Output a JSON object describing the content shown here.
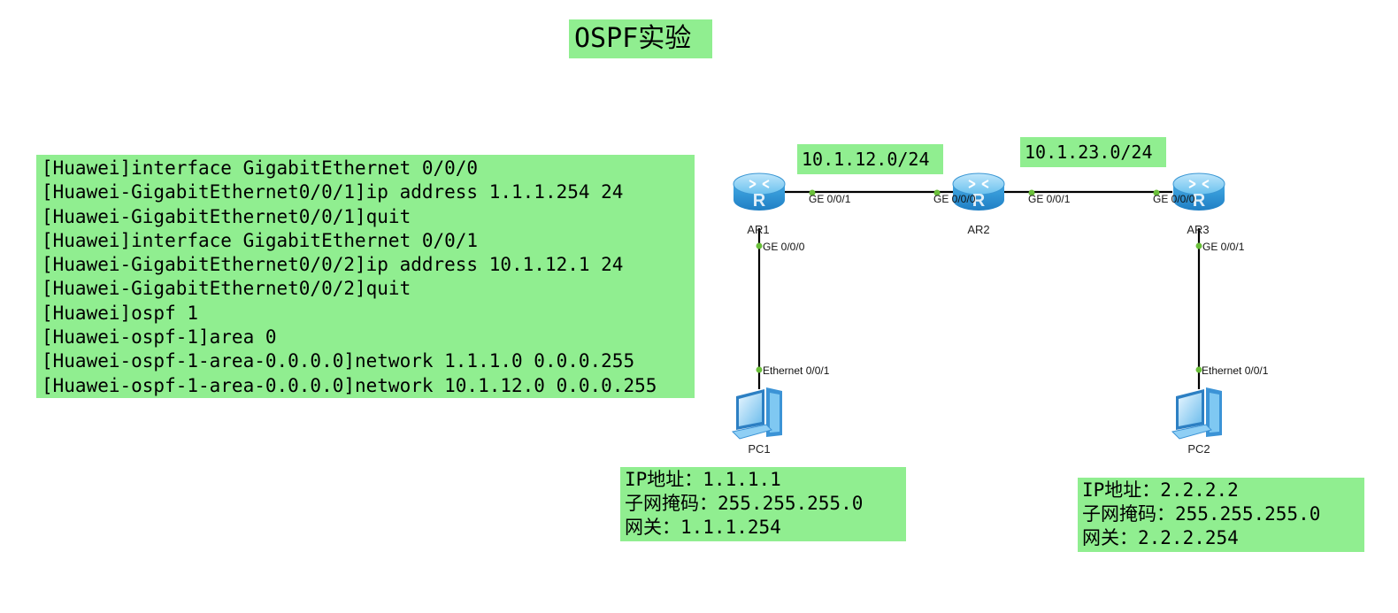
{
  "title": "OSPF实验",
  "config_lines": [
    "[Huawei]interface GigabitEthernet 0/0/0",
    "[Huawei-GigabitEthernet0/0/1]ip address 1.1.1.254 24",
    "[Huawei-GigabitEthernet0/0/1]quit",
    "[Huawei]interface GigabitEthernet 0/0/1",
    "[Huawei-GigabitEthernet0/0/2]ip address 10.1.12.1 24",
    "[Huawei-GigabitEthernet0/0/2]quit",
    "[Huawei]ospf 1",
    "[Huawei-ospf-1]area 0",
    "[Huawei-ospf-1-area-0.0.0.0]network 1.1.1.0 0.0.0.255",
    "[Huawei-ospf-1-area-0.0.0.0]network 10.1.12.0 0.0.0.255"
  ],
  "subnets": {
    "ar1_ar2": "10.1.12.0/24",
    "ar2_ar3": "10.1.23.0/24"
  },
  "nodes": {
    "ar1": "AR1",
    "ar2": "AR2",
    "ar3": "AR3",
    "pc1": "PC1",
    "pc2": "PC2"
  },
  "ports": {
    "ar1_right": "GE 0/0/1",
    "ar2_left": "GE 0/0/0",
    "ar2_right": "GE 0/0/1",
    "ar3_left": "GE 0/0/0",
    "ar1_down": "GE 0/0/0",
    "ar3_down": "GE 0/0/1",
    "pc1_up": "Ethernet 0/0/1",
    "pc2_up": "Ethernet 0/0/1"
  },
  "pc1_info": [
    "IP地址：1.1.1.1",
    "子网掩码：255.255.255.0",
    "网关：1.1.1.254"
  ],
  "pc2_info": [
    "IP地址：2.2.2.2",
    "子网掩码：255.255.255.0",
    "网关：2.2.2.254"
  ],
  "colors": {
    "label_background": "#90ee90",
    "link": "#000000",
    "port_dot": "#6abf3a",
    "router_body": "#4fb3e8",
    "pc_body": "#5aaee0"
  }
}
